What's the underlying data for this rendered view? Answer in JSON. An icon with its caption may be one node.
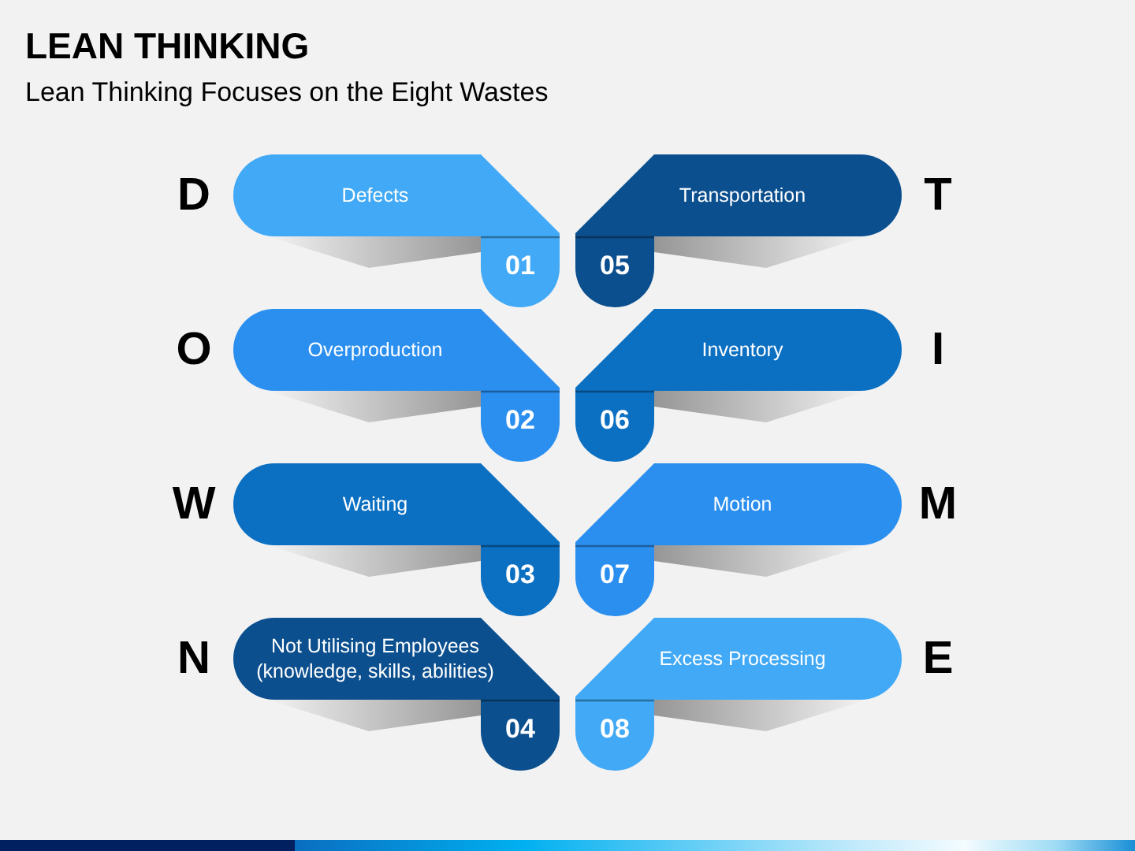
{
  "diagram": {
    "title": "LEAN THINKING",
    "nodes": [
      {
        "text": [
          "Defects",
          "01"
        ],
        "beside": [
          "D"
        ]
      },
      {
        "text": [
          "Overproduction",
          "02"
        ],
        "beside": [
          "O"
        ]
      },
      {
        "text": [
          "Waiting",
          "03"
        ],
        "beside": [
          "W"
        ]
      },
      {
        "text": [
          "Not Utilising Employees (knowledge, skills, abilities)",
          "04"
        ],
        "beside": [
          "N"
        ]
      },
      {
        "text": [
          "Transportation",
          "05"
        ],
        "beside": [
          "T"
        ]
      },
      {
        "text": [
          "Inventory",
          "06"
        ],
        "beside": [
          "I"
        ]
      },
      {
        "text": [
          "Motion",
          "07"
        ],
        "beside": [
          "M"
        ]
      },
      {
        "text": [
          "Excess Processing",
          "08"
        ],
        "beside": [
          "E"
        ]
      }
    ],
    "labels": [
      "Lean Thinking Focuses on the Eight Wastes"
    ]
  }
}
